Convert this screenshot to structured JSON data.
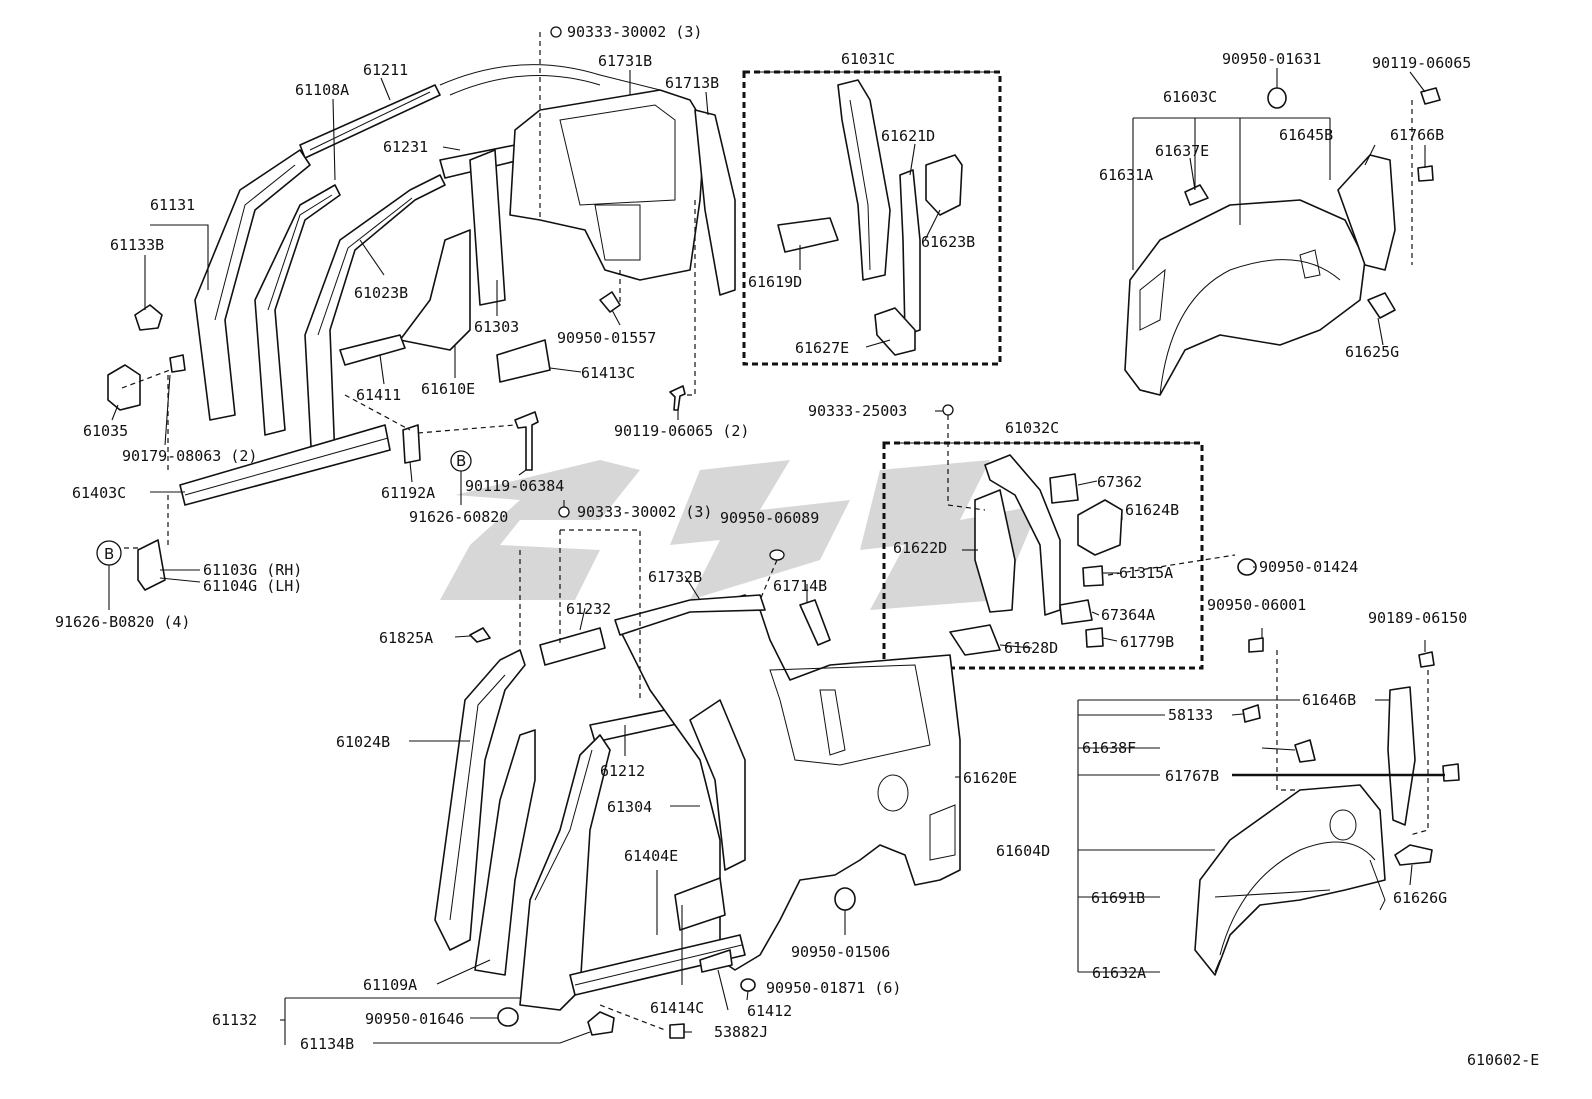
{
  "diagram_code": "610602-E",
  "markers": {
    "b": "B"
  },
  "labels": {
    "p61211": "61211",
    "p61108A": "61108A",
    "p61731B": "61731B",
    "p61713B": "61713B",
    "p90333_30002_top": "90333-30002 (3)",
    "p61231": "61231",
    "p61131": "61131",
    "p61133B": "61133B",
    "p61023B": "61023B",
    "p61303": "61303",
    "p90950_01557": "90950-01557",
    "p61413C": "61413C",
    "p61411": "61411",
    "p61610E": "61610E",
    "p61035": "61035",
    "p90179_08063": "90179-08063 (2)",
    "p90119_06065_2": "90119-06065 (2)",
    "p61403C": "61403C",
    "p61192A": "61192A",
    "p90119_06384": "90119-06384",
    "p91626_60820": "91626-60820",
    "p61103G": "61103G (RH)",
    "p61104G": "61104G (LH)",
    "p91626_B0820": "91626-B0820 (4)",
    "p61031C": "61031C",
    "p61621D": "61621D",
    "p61623B": "61623B",
    "p61619D": "61619D",
    "p61627E": "61627E",
    "p90950_01631": "90950-01631",
    "p90119_06065": "90119-06065",
    "p61603C": "61603C",
    "p61645B": "61645B",
    "p61766B": "61766B",
    "p61637E": "61637E",
    "p61631A": "61631A",
    "p61625G": "61625G",
    "p90333_25003": "90333-25003",
    "p61032C": "61032C",
    "p67362": "67362",
    "p61624B": "61624B",
    "p61622D": "61622D",
    "p61315A": "61315A",
    "p90950_01424": "90950-01424",
    "p67364A": "67364A",
    "p61628D": "61628D",
    "p61779B": "61779B",
    "p90333_30002_mid": "90333-30002 (3)",
    "p90950_06089": "90950-06089",
    "p61732B": "61732B",
    "p61714B": "61714B",
    "p61232": "61232",
    "p61825A": "61825A",
    "p61024B": "61024B",
    "p61212": "61212",
    "p61304": "61304",
    "p61620E": "61620E",
    "p61404E": "61404E",
    "p90950_01506": "90950-01506",
    "p61109A": "61109A",
    "p90950_01871": "90950-01871 (6)",
    "p61414C": "61414C",
    "p61412": "61412",
    "p61132": "61132",
    "p90950_01646": "90950-01646",
    "p53882J": "53882J",
    "p61134B": "61134B",
    "p90950_06001": "90950-06001",
    "p90189_06150": "90189-06150",
    "p61646B": "61646B",
    "p58133": "58133",
    "p61638F": "61638F",
    "p61767B": "61767B",
    "p61604D": "61604D",
    "p61691B": "61691B",
    "p61626G": "61626G",
    "p61632A": "61632A"
  }
}
